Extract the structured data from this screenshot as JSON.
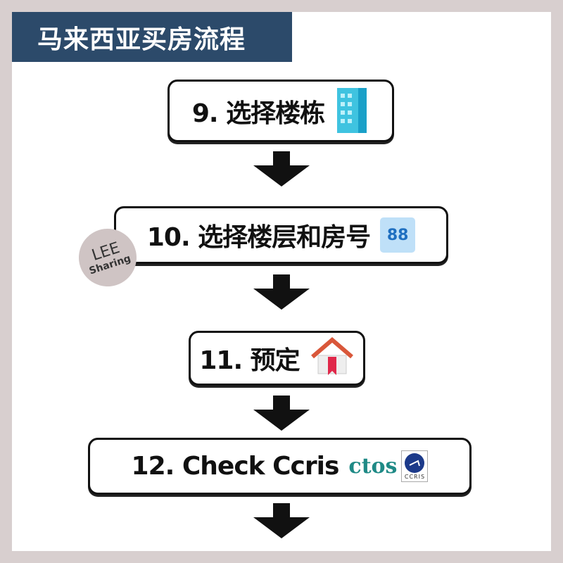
{
  "title": "马来西亚买房流程",
  "steps": [
    {
      "label": "9. 选择楼栋",
      "icon": "building-icon"
    },
    {
      "label": "10. 选择楼层和房号",
      "icon": "number-88-icon",
      "icon_text": "88"
    },
    {
      "label": "11. 预定",
      "icon": "house-bookmark-icon"
    },
    {
      "label": "12. Check Ccris",
      "icon": "ctos-ccris-logos",
      "logo1": "ctos",
      "logo2": "CCRIS"
    }
  ],
  "watermark": {
    "line1": "LEE",
    "line2": "Sharing"
  },
  "colors": {
    "banner": "#2c4a6a",
    "background": "#d8cfcf",
    "ctos": "#1f8a86"
  }
}
